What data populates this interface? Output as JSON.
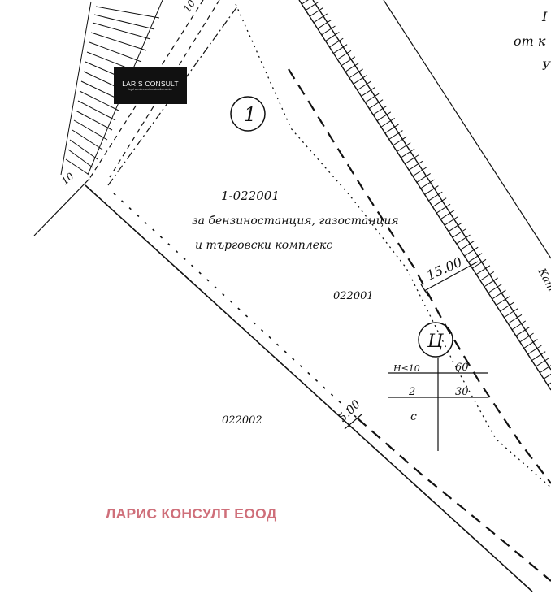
{
  "logo": {
    "name": "LARIS CONSULT",
    "tagline": "legal services and construction advice"
  },
  "watermark": "ЛАРИС КОНСУЛТ ЕООД",
  "plot": {
    "number_marker": "1",
    "id_label": "1-022001",
    "purpose_line1": "за бензиностанция, газостанция",
    "purpose_line2": "и търговски комплекс",
    "area_code": "022001"
  },
  "neighbor_plot": {
    "code": "022002"
  },
  "distances": {
    "road_offset": "15.00",
    "rear_offset": "5.00"
  },
  "zone": {
    "marker": "Ц",
    "height": "H≤10",
    "density_pct": "60",
    "floor_ratio": "2",
    "green_pct": "30",
    "build_type": "с"
  },
  "edge_labels": {
    "top_right_a": "I",
    "top_right_b": "от к",
    "top_right_c": "У",
    "road_label": "Кат",
    "top_left_number": "10",
    "left_number": "10"
  }
}
